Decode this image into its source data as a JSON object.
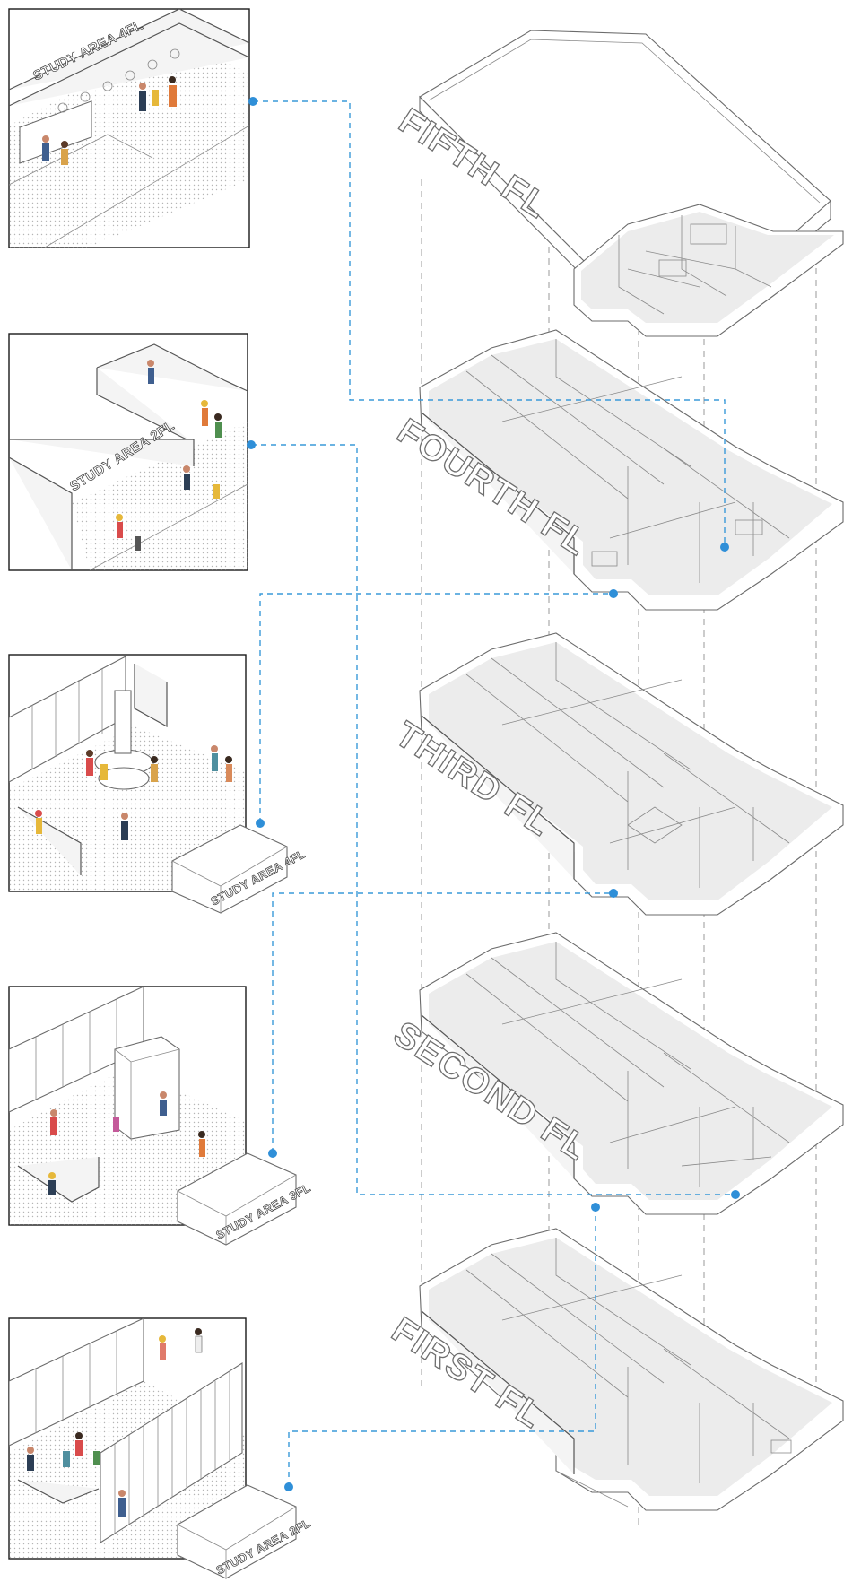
{
  "floors": [
    {
      "id": "fifth",
      "label": "FIFTH FL"
    },
    {
      "id": "fourth",
      "label": "FOURTH FL"
    },
    {
      "id": "third",
      "label": "THIRD FL"
    },
    {
      "id": "second",
      "label": "SECOND FL"
    },
    {
      "id": "first",
      "label": "FIRST FL"
    }
  ],
  "study_areas": [
    {
      "id": "panel1",
      "label": "STUDY AREA 4FL"
    },
    {
      "id": "panel2",
      "label": "STUDY AREA 2FL"
    },
    {
      "id": "panel3",
      "label": "STUDY AREA 4FL"
    },
    {
      "id": "panel4",
      "label": "STUDY AREA 3FL"
    },
    {
      "id": "panel5",
      "label": "STUDY AREA 2FL"
    }
  ],
  "colors": {
    "connector": "#3a9ad9",
    "marker": "#2f8fd8",
    "linework": "#6b6b6b"
  }
}
